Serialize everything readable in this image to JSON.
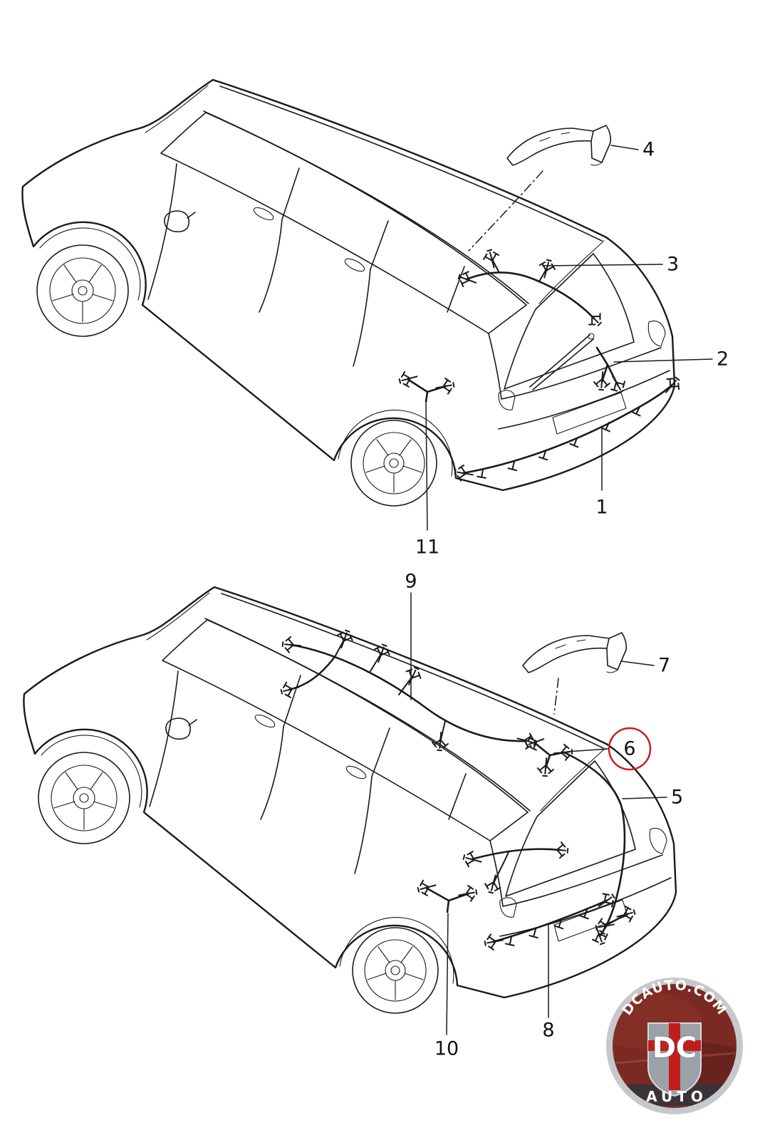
{
  "callouts": {
    "c1": {
      "label": "1"
    },
    "c2": {
      "label": "2"
    },
    "c3": {
      "label": "3"
    },
    "c4": {
      "label": "4"
    },
    "c5": {
      "label": "5"
    },
    "c6": {
      "label": "6"
    },
    "c7": {
      "label": "7"
    },
    "c8": {
      "label": "8"
    },
    "c9": {
      "label": "9"
    },
    "c10": {
      "label": "10"
    },
    "c11": {
      "label": "11"
    }
  },
  "highlight": {
    "color": "#c8201d",
    "circled_callout": "6"
  },
  "logo": {
    "arc_text": "DCAUTO.COM",
    "shield_text": "DC",
    "bottom_text": "AUTO",
    "ring_color": "#c6c9cc",
    "background_color": "#7b2a23",
    "shield_color": "#9aa1a8",
    "cross_color": "#c21d1d",
    "text_color": "#ffffff"
  }
}
